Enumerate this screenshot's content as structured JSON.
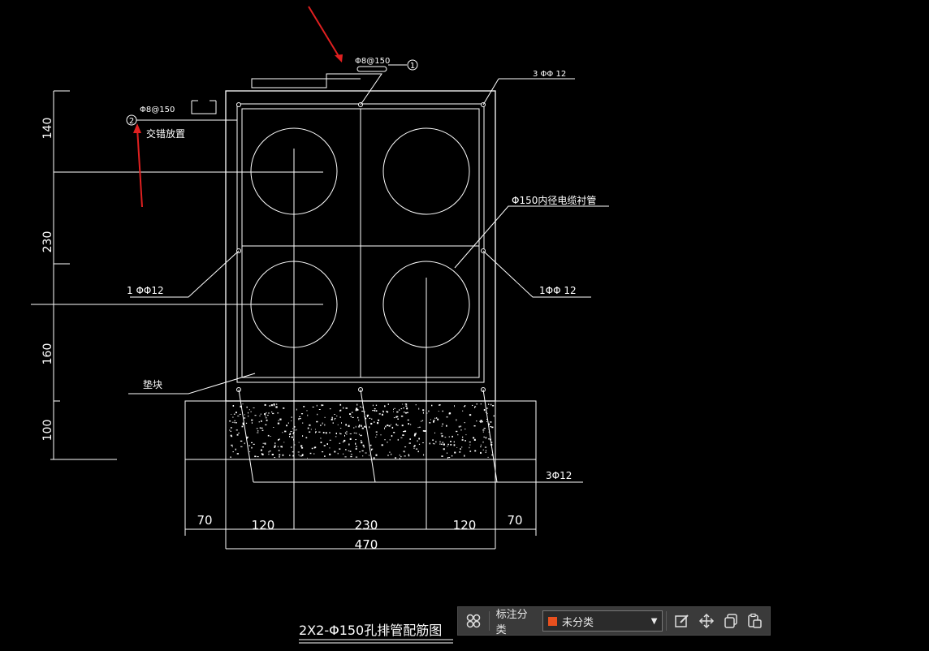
{
  "drawing": {
    "title": "2X2-Φ150孔排管配筋图",
    "labels": {
      "rebar_top": "Φ8@150",
      "marker_1": "1",
      "rebar_top_right": "3 ΦΦ 12",
      "rebar_left": "Φ8@150",
      "marker_2": "2",
      "stagger_note": "交错放置",
      "conduit_note": "Φ150内径电缆衬管",
      "rebar_mid_left": "1 ΦΦ12",
      "rebar_mid_right": "1ΦΦ 12",
      "pad_note": "垫块",
      "rebar_bottom": "3Φ12"
    },
    "dimensions": {
      "vertical": [
        "140",
        "230",
        "160",
        "100"
      ],
      "bottom_row": [
        "70",
        "120",
        "230",
        "120",
        "70"
      ],
      "total_width": "470"
    }
  },
  "toolbar": {
    "label": "标注分类",
    "category_value": "未分类",
    "category_color": "#e8501e",
    "icons": [
      "grid-icon",
      "edit-icon",
      "move-icon",
      "copy-icon",
      "paste-icon"
    ]
  },
  "colors": {
    "background": "#000000",
    "lines": "#ffffff",
    "annotation_arrow": "#e02020"
  }
}
